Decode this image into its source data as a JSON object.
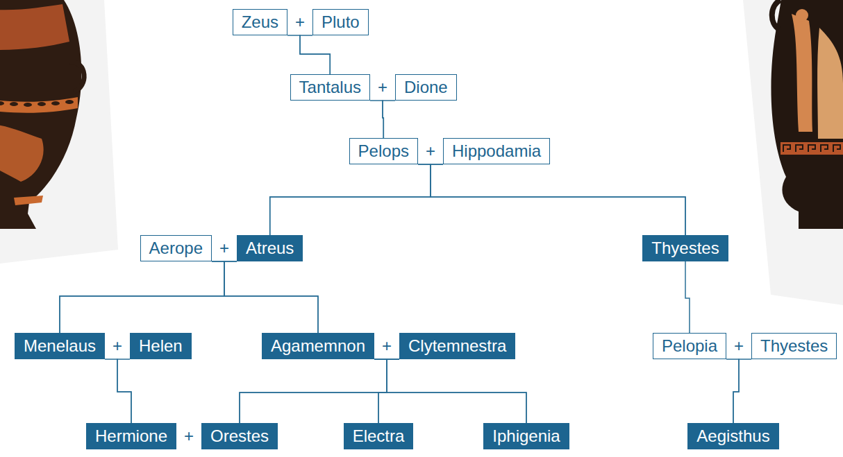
{
  "diagram": {
    "nodes": [
      {
        "text": [
          "Zeus"
        ]
      },
      {
        "text": [
          "Pluto"
        ]
      },
      {
        "text": [
          "Tantalus"
        ]
      },
      {
        "text": [
          "Dione"
        ]
      },
      {
        "text": [
          "Pelops"
        ]
      },
      {
        "text": [
          "Hippodamia"
        ]
      },
      {
        "text": [
          "Aerope"
        ]
      },
      {
        "text": [
          "Atreus"
        ]
      },
      {
        "text": [
          "Thyestes"
        ]
      },
      {
        "text": [
          "Menelaus"
        ]
      },
      {
        "text": [
          "Helen"
        ]
      },
      {
        "text": [
          "Agamemnon"
        ]
      },
      {
        "text": [
          "Clytemnestra"
        ]
      },
      {
        "text": [
          "Pelopia"
        ]
      },
      {
        "text": [
          "Thyestes"
        ]
      },
      {
        "text": [
          "Hermione"
        ]
      },
      {
        "text": [
          "Orestes"
        ]
      },
      {
        "text": [
          "Electra"
        ]
      },
      {
        "text": [
          "Iphigenia"
        ]
      },
      {
        "text": [
          "Aegisthus"
        ]
      }
    ],
    "edges": [
      {
        "from": 0,
        "to": 2,
        "arrow": "none"
      },
      {
        "from": 1,
        "to": 2,
        "arrow": "none"
      },
      {
        "from": 2,
        "to": 4,
        "arrow": "none"
      },
      {
        "from": 3,
        "to": 4,
        "arrow": "none"
      },
      {
        "from": 4,
        "to": 7,
        "arrow": "none"
      },
      {
        "from": 4,
        "to": 8,
        "arrow": "none"
      },
      {
        "from": 5,
        "to": 7,
        "arrow": "none"
      },
      {
        "from": 5,
        "to": 8,
        "arrow": "none"
      },
      {
        "from": 6,
        "to": 9,
        "arrow": "none"
      },
      {
        "from": 6,
        "to": 11,
        "arrow": "none"
      },
      {
        "from": 7,
        "to": 9,
        "arrow": "none"
      },
      {
        "from": 7,
        "to": 11,
        "arrow": "none"
      },
      {
        "from": 8,
        "to": 13,
        "arrow": "none"
      },
      {
        "from": 9,
        "to": 15,
        "arrow": "none"
      },
      {
        "from": 10,
        "to": 15,
        "arrow": "none"
      },
      {
        "from": 11,
        "to": 16,
        "arrow": "none"
      },
      {
        "from": 11,
        "to": 17,
        "arrow": "none"
      },
      {
        "from": 11,
        "to": 18,
        "arrow": "none"
      },
      {
        "from": 12,
        "to": 16,
        "arrow": "none"
      },
      {
        "from": 12,
        "to": 17,
        "arrow": "none"
      },
      {
        "from": 12,
        "to": 18,
        "arrow": "none"
      },
      {
        "from": 13,
        "to": 19,
        "arrow": "none"
      },
      {
        "from": 14,
        "to": 19,
        "arrow": "none"
      }
    ],
    "labels": [
      "+",
      "+",
      "+",
      "+",
      "+",
      "+",
      "+",
      "+"
    ]
  }
}
